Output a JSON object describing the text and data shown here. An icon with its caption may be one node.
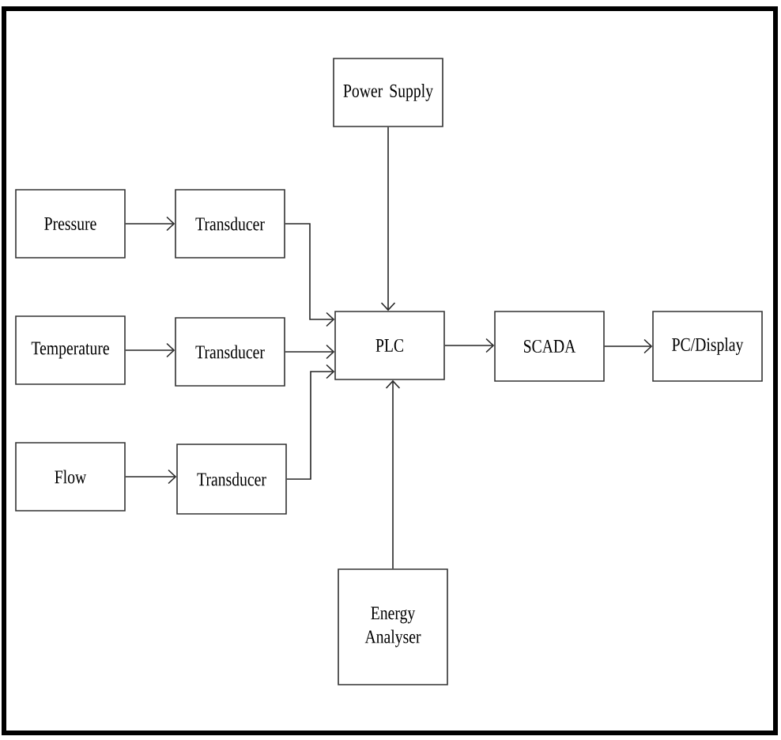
{
  "diagram": {
    "nodes": [
      {
        "text": [
          "Power Supply"
        ]
      },
      {
        "text": [
          "Pressure"
        ]
      },
      {
        "text": [
          "Transducer"
        ]
      },
      {
        "text": [
          "Temperature"
        ]
      },
      {
        "text": [
          "Transducer"
        ]
      },
      {
        "text": [
          "PLC"
        ]
      },
      {
        "text": [
          "SCADA"
        ]
      },
      {
        "text": [
          "PC/Display"
        ]
      },
      {
        "text": [
          "Flow"
        ]
      },
      {
        "text": [
          "Transducer"
        ]
      },
      {
        "text": [
          "Energy Analyser"
        ]
      }
    ],
    "edges": [
      {
        "from": 1,
        "to": 2,
        "arrow": "to"
      },
      {
        "from": 3,
        "to": 4,
        "arrow": "to"
      },
      {
        "from": 8,
        "to": 9,
        "arrow": "to"
      },
      {
        "from": 2,
        "to": 5,
        "arrow": "to"
      },
      {
        "from": 4,
        "to": 5,
        "arrow": "to"
      },
      {
        "from": 9,
        "to": 5,
        "arrow": "to"
      },
      {
        "from": 0,
        "to": 5,
        "arrow": "to"
      },
      {
        "from": 10,
        "to": 5,
        "arrow": "to"
      },
      {
        "from": 5,
        "to": 6,
        "arrow": "to"
      },
      {
        "from": 6,
        "to": 7,
        "arrow": "to"
      }
    ]
  }
}
